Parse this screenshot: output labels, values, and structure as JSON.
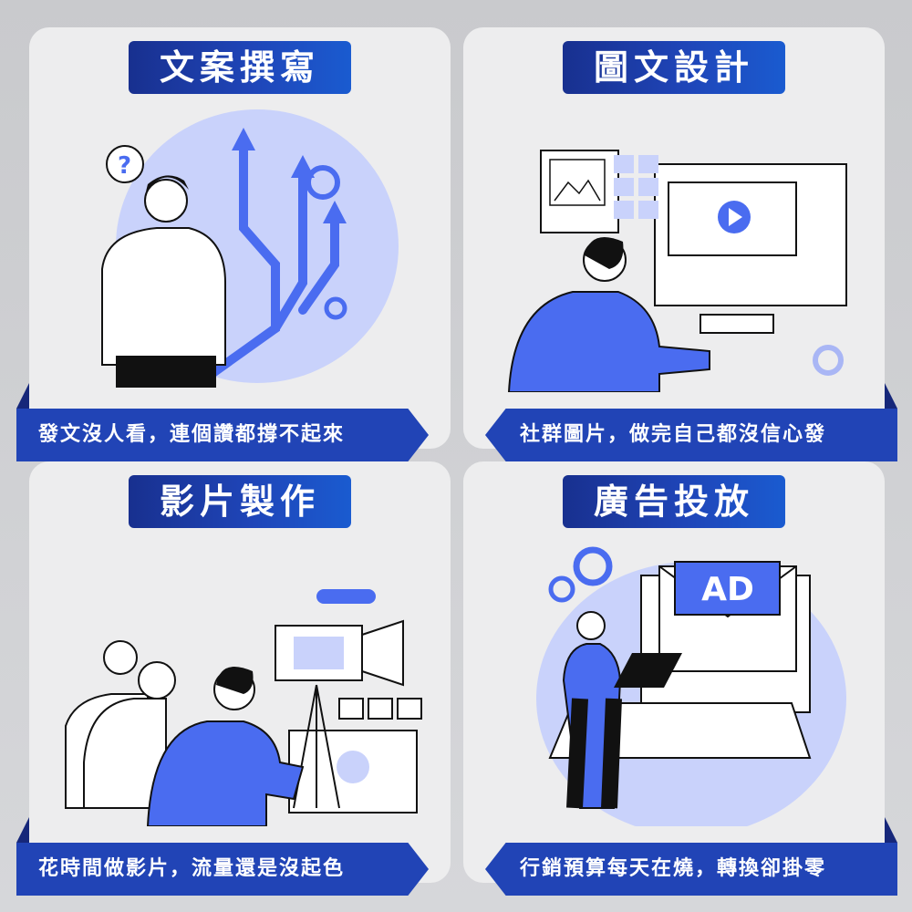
{
  "cards": [
    {
      "title": "文案撰寫",
      "caption": "發文沒人看，連個讚都撐不起來"
    },
    {
      "title": "圖文設計",
      "caption": "社群圖片，做完自己都沒信心發"
    },
    {
      "title": "影片製作",
      "caption": "花時間做影片，流量還是沒起色"
    },
    {
      "title": "廣告投放",
      "caption": "行銷預算每天在燒，轉換卻掛零"
    }
  ],
  "ad_label": "AD",
  "colors": {
    "accent": "#4a6cf0",
    "light_accent": "#c9d2fb",
    "banner": "#2144b6",
    "title_start": "#18308f",
    "title_end": "#1a5bd0"
  }
}
